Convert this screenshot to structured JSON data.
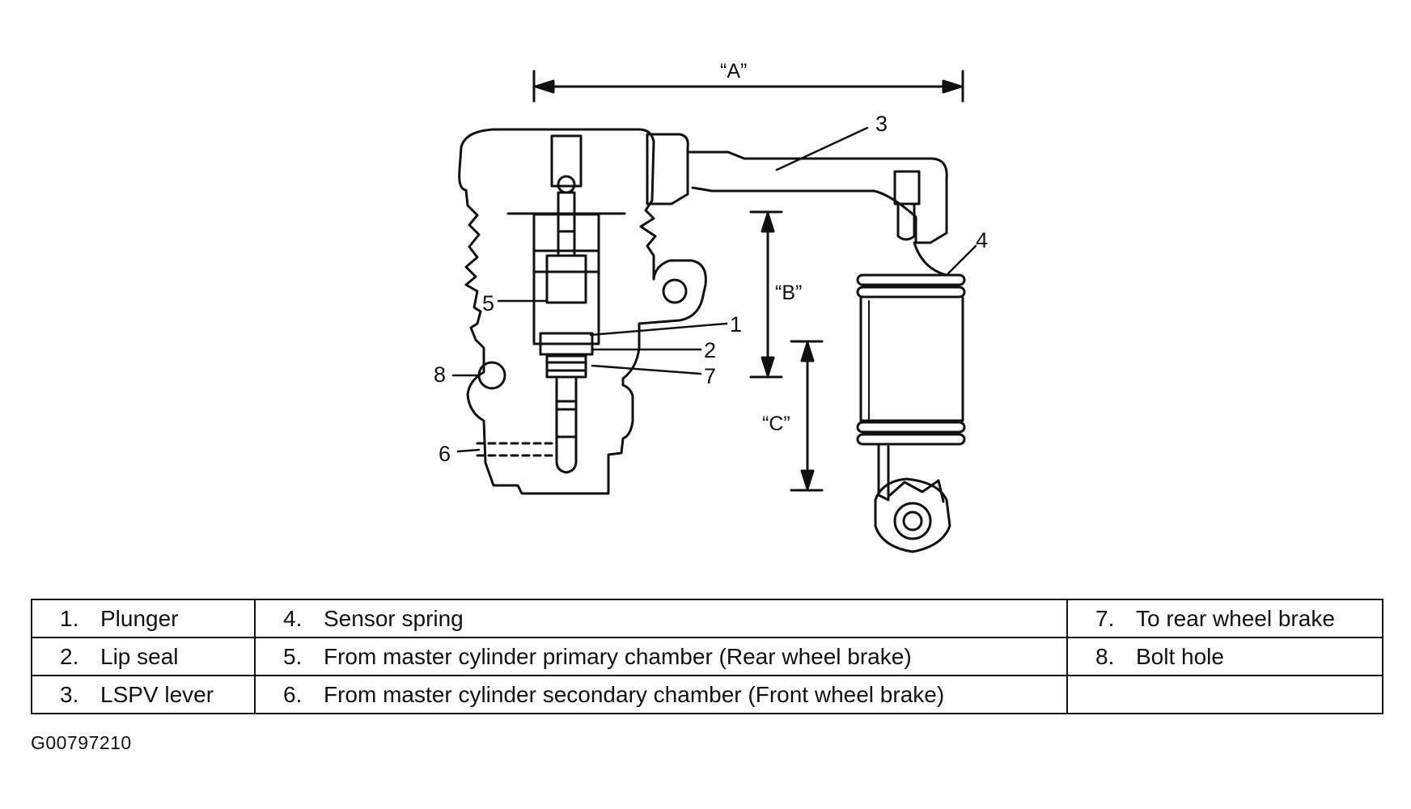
{
  "callouts": {
    "c1": "1",
    "c2": "2",
    "c3": "3",
    "c4": "4",
    "c5": "5",
    "c6": "6",
    "c7": "7",
    "c8": "8"
  },
  "dimensions": {
    "a": "“A”",
    "b": "“B”",
    "c": "“C”"
  },
  "legend": [
    [
      {
        "num": "1.",
        "text": "Plunger"
      },
      {
        "num": "4.",
        "text": "Sensor spring"
      },
      {
        "num": "7.",
        "text": "To rear wheel brake"
      }
    ],
    [
      {
        "num": "2.",
        "text": "Lip seal"
      },
      {
        "num": "5.",
        "text": "From master cylinder primary chamber (Rear wheel brake)"
      },
      {
        "num": "8.",
        "text": "Bolt hole"
      }
    ],
    [
      {
        "num": "3.",
        "text": "LSPV lever"
      },
      {
        "num": "6.",
        "text": "From master cylinder secondary chamber (Front wheel brake)"
      },
      {
        "num": "",
        "text": ""
      }
    ]
  ],
  "figure_code": "G00797210"
}
